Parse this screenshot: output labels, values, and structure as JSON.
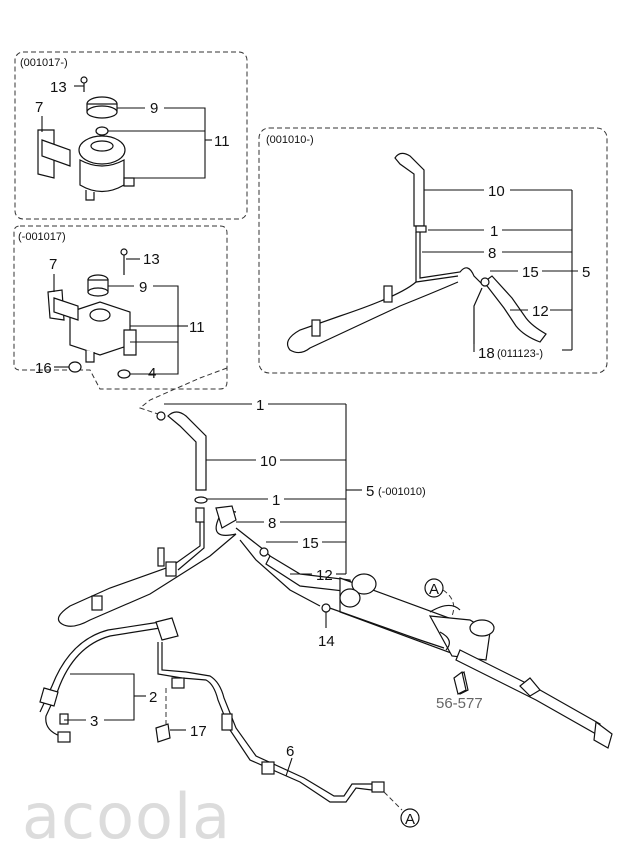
{
  "box_top": {
    "range": "(001017-)",
    "callouts": {
      "c13": "13",
      "c7": "7",
      "c9": "9",
      "c11": "11"
    }
  },
  "box_mid": {
    "range": "(-001017)",
    "callouts": {
      "c13": "13",
      "c7": "7",
      "c9": "9",
      "c11": "11",
      "c16": "16",
      "c4": "4"
    }
  },
  "box_right": {
    "range": "(001010-)",
    "callouts": {
      "c10": "10",
      "c1": "1",
      "c8": "8",
      "c15": "15",
      "c5": "5",
      "c12": "12",
      "c18": "18",
      "c18_range": "(011123-)"
    }
  },
  "main": {
    "callouts": {
      "c1a": "1",
      "c10": "10",
      "c1b": "1",
      "c5": "5",
      "c5_range": "(-001010)",
      "c8": "8",
      "c15": "15",
      "c12": "12",
      "c14": "14",
      "c2": "2",
      "c3": "3",
      "c17": "17",
      "c6": "6"
    },
    "ref_a_top": "A",
    "ref_a_bottom": "A",
    "ref_number": "56-577"
  },
  "watermark": "acoola"
}
